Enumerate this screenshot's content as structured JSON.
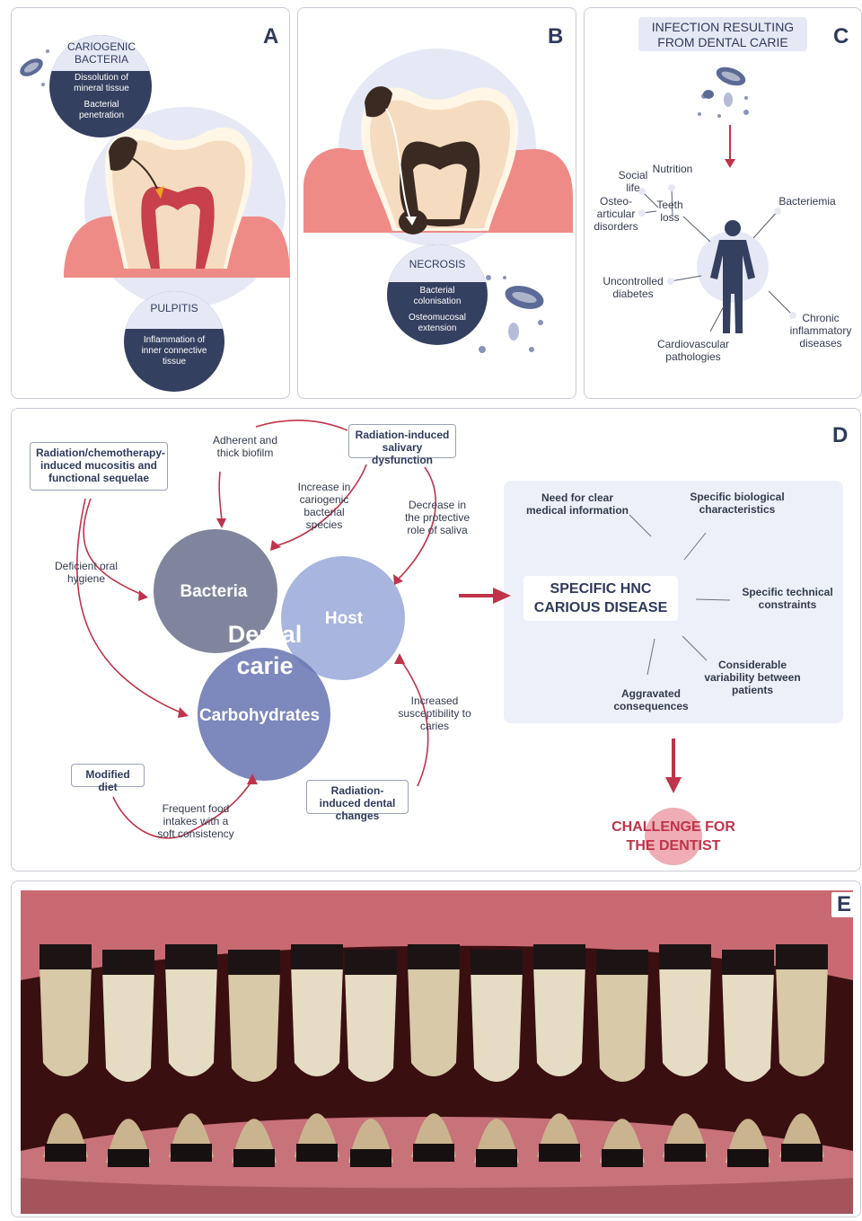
{
  "panel_a": {
    "label": "A",
    "bacteria_title": "CARIOGENIC BACTERIA",
    "bacteria_items": [
      "Dissolution of mineral tissue",
      "Bacterial penetration"
    ],
    "pulpitis_title": "PULPITIS",
    "pulpitis_text": "Inflammation of inner connective tissue"
  },
  "panel_b": {
    "label": "B",
    "necrosis_title": "NECROSIS",
    "necrosis_items": [
      "Bacterial colonisation",
      "Osteomucosal extension"
    ]
  },
  "panel_c": {
    "label": "C",
    "title": "INFECTION RESULTING FROM DENTAL CARIE",
    "consequences": {
      "nutrition": "Nutrition",
      "social": "Social life",
      "teeth_loss": "Teeth loss",
      "osteo": "Osteo-articular disorders",
      "bacteriemia": "Bacteriemia",
      "diabetes": "Uncontrolled diabetes",
      "chronic": "Chronic inflammatory diseases",
      "cardio": "Cardiovascular pathologies"
    }
  },
  "panel_d": {
    "label": "D",
    "circles": {
      "bacteria": "Bacteria",
      "host": "Host",
      "carbs": "Carbohydrates",
      "center": "Dental carie"
    },
    "boxes": {
      "mucositis": "Radiation/chemotherapy-induced mucositis and functional sequelae",
      "salivary": "Radiation-induced salivary dysfunction",
      "diet": "Modified diet",
      "dental_changes": "Radiation-induced dental changes"
    },
    "annotations": {
      "biofilm": "Adherent and thick biofilm",
      "increase": "Increase in cariogenic bacterial species",
      "decrease": "Decrease in the protective role of saliva",
      "hygiene": "Deficient oral hygiene",
      "susceptibility": "Increased susceptibility to caries",
      "food": "Frequent food intakes with a soft consistency"
    },
    "hnc": {
      "title": "SPECIFIC HNC CARIOUS DISEASE",
      "medical": "Need for clear medical information",
      "biological": "Specific biological characteristics",
      "technical": "Specific technical constraints",
      "variability": "Considerable variability between patients",
      "aggravated": "Aggravated consequences"
    },
    "challenge": "CHALLENGE FOR THE DENTIST"
  },
  "panel_e": {
    "label": "E"
  },
  "colors": {
    "navy": "#34405f",
    "light": "#e6e9f5",
    "red": "#c0334a",
    "gum": "#ee8b86",
    "enamel": "#f5dcc0",
    "pulp": "#c8404b"
  }
}
